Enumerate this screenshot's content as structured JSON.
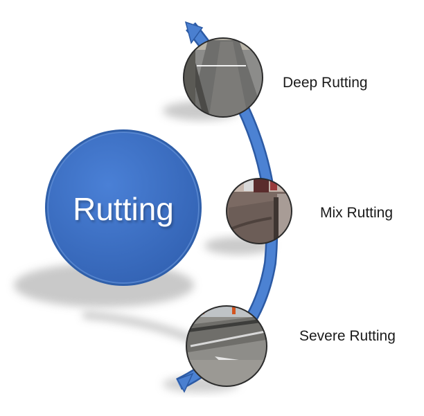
{
  "diagram": {
    "center_label": "Rutting",
    "items": [
      {
        "label": "Deep Rutting",
        "photo": "road-photo-deep-rutting"
      },
      {
        "label": "Mix Rutting",
        "photo": "road-photo-mix-rutting"
      },
      {
        "label": "Severe Rutting",
        "photo": "road-photo-severe-rutting"
      }
    ]
  },
  "colors": {
    "main_circle": "#3f74c8",
    "main_circle_edge": "#2f5faa",
    "arc_band": "#4a7fd0",
    "arc_band_edge": "#2c5aa4",
    "shadow": "#b5b5b5",
    "photo_ring": "#2b2b2b"
  }
}
